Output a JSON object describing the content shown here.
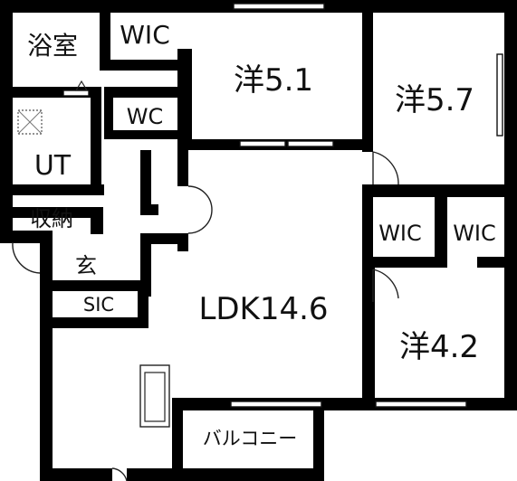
{
  "floorplan": {
    "rooms": {
      "bath": "浴室",
      "wic_top": "WIC",
      "western_51": "洋5.1",
      "western_57": "洋5.7",
      "wc": "WC",
      "ut": "UT",
      "storage": "収納",
      "genkan": "玄",
      "wic_mid_left": "WIC",
      "wic_mid_right": "WIC",
      "sic": "SIC",
      "ldk": "LDK14.6",
      "western_42": "洋4.2",
      "balcony": "バルコニー"
    },
    "colors": {
      "wall": "#000000",
      "background": "#ffffff",
      "text": "#111111"
    }
  }
}
